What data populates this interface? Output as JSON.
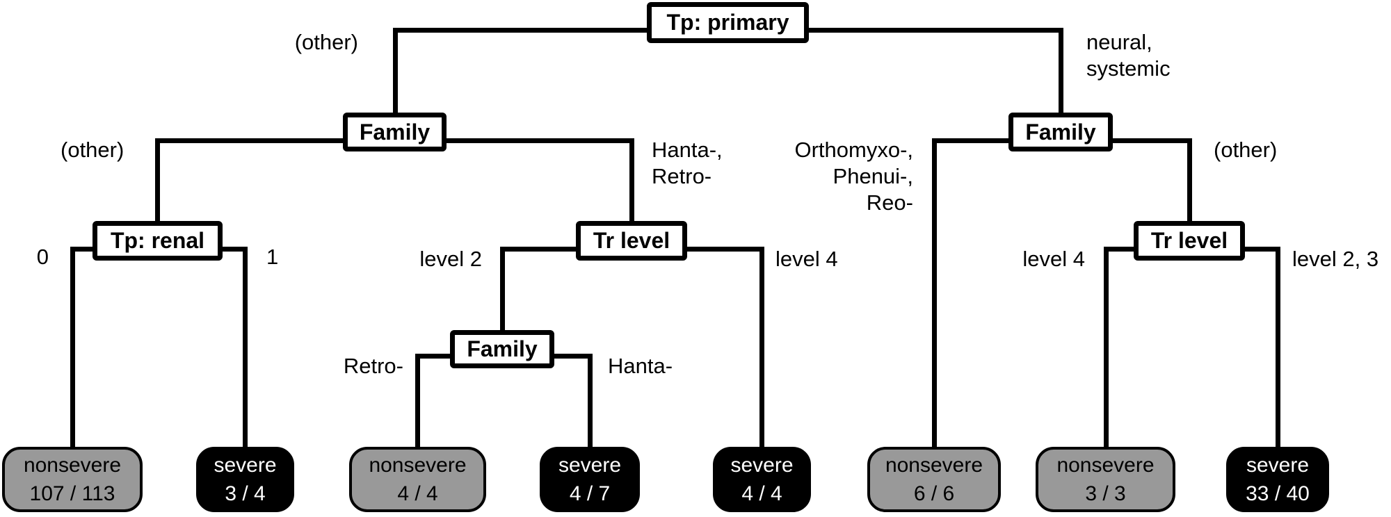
{
  "figure": {
    "type": "decision-tree",
    "colors": {
      "nonsevere_fill": "#999999",
      "severe_fill": "#000000",
      "severe_text": "#ffffff",
      "node_fill": "#ffffff",
      "node_border": "#000000",
      "line": "#000000"
    },
    "nodes": {
      "tp_primary": {
        "label": "Tp: primary"
      },
      "family_left": {
        "label": "Family"
      },
      "family_right": {
        "label": "Family"
      },
      "tp_renal": {
        "label": "Tp: renal"
      },
      "tr_level_left": {
        "label": "Tr level"
      },
      "tr_level_right": {
        "label": "Tr level"
      },
      "family_mid": {
        "label": "Family"
      }
    },
    "edge_labels": {
      "root_left": "(other)",
      "root_right": "neural,\nsystemic",
      "family_left_left": "(other)",
      "family_left_right": "Hanta-,\nRetro-",
      "family_right_left": "Orthomyxo-,\nPhenui-,\nReo-",
      "family_right_right": "(other)",
      "tp_renal_left": "0",
      "tp_renal_right": "1",
      "tr_level_left_left": "level 2",
      "tr_level_left_right": "level 4",
      "tr_level_right_left": "level 4",
      "tr_level_right_right": "level 2, 3",
      "family_mid_left": "Retro-",
      "family_mid_right": "Hanta-"
    },
    "leaves": [
      {
        "severity": "nonsevere",
        "label": "nonsevere",
        "count": "107 / 113"
      },
      {
        "severity": "severe",
        "label": "severe",
        "count": "3 / 4"
      },
      {
        "severity": "nonsevere",
        "label": "nonsevere",
        "count": "4 / 4"
      },
      {
        "severity": "severe",
        "label": "severe",
        "count": "4 / 7"
      },
      {
        "severity": "severe",
        "label": "severe",
        "count": "4 / 4"
      },
      {
        "severity": "nonsevere",
        "label": "nonsevere",
        "count": "6 / 6"
      },
      {
        "severity": "nonsevere",
        "label": "nonsevere",
        "count": "3 / 3"
      },
      {
        "severity": "severe",
        "label": "severe",
        "count": "33 / 40"
      }
    ]
  }
}
